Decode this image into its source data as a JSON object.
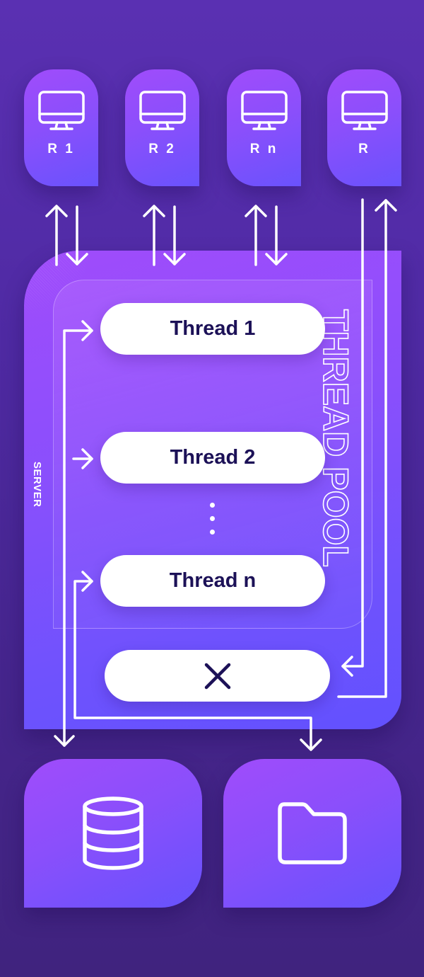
{
  "clients": [
    {
      "label": "R 1",
      "icon": "monitor-icon"
    },
    {
      "label": "R 2",
      "icon": "monitor-icon"
    },
    {
      "label": "R n",
      "icon": "monitor-icon"
    },
    {
      "label": "R",
      "icon": "monitor-icon"
    }
  ],
  "server": {
    "label": "SERVER",
    "thread_pool": {
      "label": "THREAD POOL",
      "threads": [
        {
          "label": "Thread 1"
        },
        {
          "label": "Thread 2"
        },
        {
          "label": "Thread n"
        }
      ],
      "ellipsis": "⋮"
    },
    "rejected": {
      "icon": "close-icon"
    }
  },
  "storage": [
    {
      "name": "database",
      "icon": "database-icon"
    },
    {
      "name": "file-system",
      "icon": "folder-icon"
    }
  ],
  "colors": {
    "background_top": "#5a30b2",
    "background_bottom": "#40237e",
    "card_gradient_start": "#a04cfb",
    "card_gradient_end": "#6652fd",
    "pill_text": "#1c1157",
    "line": "#ffffff"
  }
}
